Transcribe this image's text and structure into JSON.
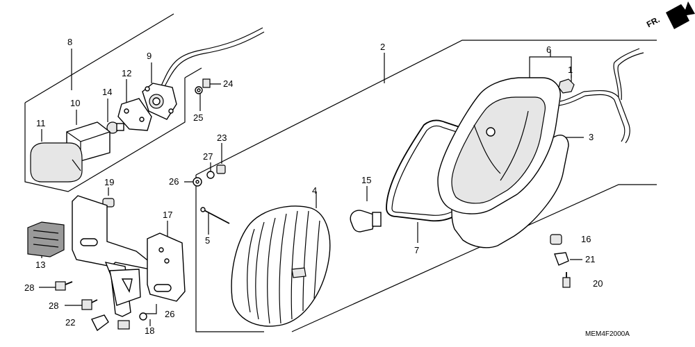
{
  "diagram": {
    "code": "MEM4F2000A",
    "direction_label": "FR.",
    "callouts": [
      {
        "id": "c1",
        "text": "1"
      },
      {
        "id": "c2",
        "text": "2"
      },
      {
        "id": "c3",
        "text": "3"
      },
      {
        "id": "c4",
        "text": "4"
      },
      {
        "id": "c5",
        "text": "5"
      },
      {
        "id": "c6",
        "text": "6"
      },
      {
        "id": "c7",
        "text": "7"
      },
      {
        "id": "c8",
        "text": "8"
      },
      {
        "id": "c9",
        "text": "9"
      },
      {
        "id": "c10",
        "text": "10"
      },
      {
        "id": "c11",
        "text": "11"
      },
      {
        "id": "c12",
        "text": "12"
      },
      {
        "id": "c13",
        "text": "13"
      },
      {
        "id": "c14",
        "text": "14"
      },
      {
        "id": "c15",
        "text": "15"
      },
      {
        "id": "c16",
        "text": "16"
      },
      {
        "id": "c17",
        "text": "17"
      },
      {
        "id": "c18",
        "text": "18"
      },
      {
        "id": "c19",
        "text": "19"
      },
      {
        "id": "c20",
        "text": "20"
      },
      {
        "id": "c21",
        "text": "21"
      },
      {
        "id": "c22",
        "text": "22"
      },
      {
        "id": "c23",
        "text": "23"
      },
      {
        "id": "c24",
        "text": "24"
      },
      {
        "id": "c25",
        "text": "25"
      },
      {
        "id": "c26a",
        "text": "26"
      },
      {
        "id": "c26b",
        "text": "26"
      },
      {
        "id": "c27",
        "text": "27"
      },
      {
        "id": "c28a",
        "text": "28"
      },
      {
        "id": "c28b",
        "text": "28"
      }
    ]
  }
}
